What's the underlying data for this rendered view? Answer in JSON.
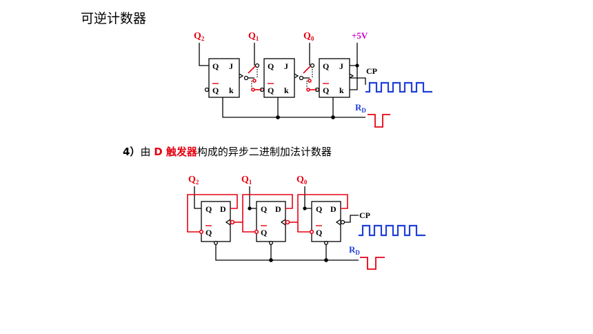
{
  "title": "可逆计数器",
  "caption": {
    "number": "4）",
    "prefix": "由 ",
    "highlight": "D 触发器",
    "suffix": "构成的异步二进制加法计数器"
  },
  "jk_circuit": {
    "outputs": [
      {
        "main": "Q",
        "sub": "2"
      },
      {
        "main": "Q",
        "sub": "1"
      },
      {
        "main": "Q",
        "sub": "0"
      }
    ],
    "supply": "+5V",
    "clock": "CP",
    "reset": {
      "main": "R",
      "sub": "D"
    },
    "ff_pins": {
      "q": "Q",
      "j": "J",
      "qbar": "Q",
      "k": "k"
    }
  },
  "d_circuit": {
    "outputs": [
      {
        "main": "Q",
        "sub": "2"
      },
      {
        "main": "Q",
        "sub": "1"
      },
      {
        "main": "Q",
        "sub": "0"
      }
    ],
    "clock": "CP",
    "reset": {
      "main": "R",
      "sub": "D"
    },
    "ff_pins": {
      "q": "Q",
      "d": "D",
      "qbar": "Q"
    }
  },
  "colors": {
    "red": "#e60012",
    "blue": "#1f3fd8",
    "magenta": "#cc00cc",
    "black": "#000000"
  }
}
